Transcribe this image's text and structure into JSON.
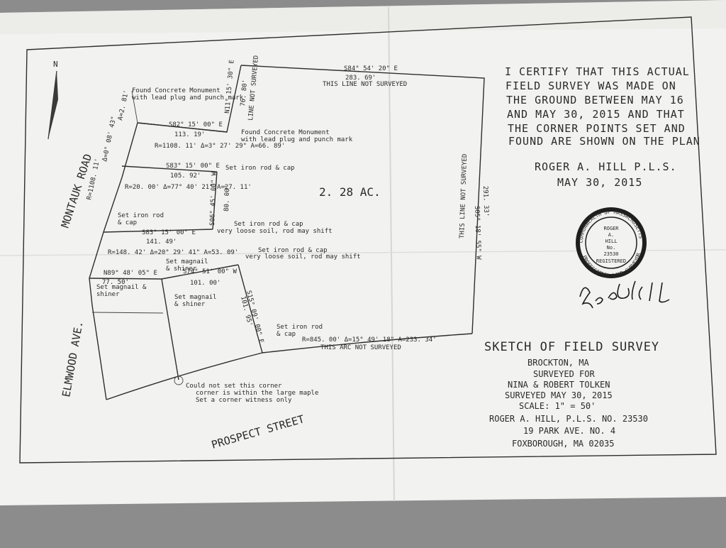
{
  "north_label": "N",
  "streets": {
    "montauk": "MONTAUK ROAD",
    "elmwood": "ELMWOOD AVE.",
    "prospect": "PROSPECT STREET"
  },
  "plan": {
    "area": "2. 28 AC.",
    "top_bearing": "S84° 54' 20\" E",
    "top_distance": "283. 69'",
    "top_note": "THIS LINE NOT SURVEYED",
    "n_bearing": "N11° 15' 30\" E",
    "n_distance": "76. 80'",
    "n_note": "LINE NOT SURVEYED",
    "right_note": "THIS LINE NOT SURVEYED",
    "right_bearing": "S05° 18' 55\" W",
    "right_distance": "291. 33'",
    "mon1_a": "Found Concrete Monument",
    "mon1_b": "with lead plug and punch mark",
    "mon2_a": "Found Concrete Monument",
    "mon2_b": "with lead plug and punch mark",
    "b1_bearing": "S82° 15' 00\" E",
    "b1_distance": "113. 19'",
    "curve1": "R=1108. 11'  Δ=3° 27' 29\"  A=66. 89'",
    "road_curve_r": "R=1108. 11'",
    "road_curve_d": "Δ=0° 08' 43\"",
    "road_curve_a": "A=2. 81'",
    "b2_bearing": "S83° 15' 00\" E",
    "b2_distance": "105. 92'",
    "iron1": "Set iron rod & cap",
    "curve2": "R=20. 00'  Δ=77° 40' 21\"  A=27. 11'",
    "mid_bearing": "S06° 45' 00\" W",
    "mid_distance": "80. 00'",
    "iron2_a": "Set iron rod",
    "iron2_b": "& cap",
    "b3_bearing": "S83° 15' 00\" E",
    "b3_distance": "141. 49'",
    "iron3_a": "Set iron rod & cap",
    "iron3_b": "very loose soil, rod may shift",
    "curve3": "R=148. 42'  Δ=20° 29' 41\"  A=53. 09'",
    "iron4_a": "Set iron rod & cap",
    "iron4_b": "very loose soil, rod may shift",
    "magnail1_a": "Set magnail",
    "magnail1_b": "& shiner",
    "b4_bearing": "N89° 48' 05\" E",
    "b4_distance": "77. 50'",
    "b5_bearing": "S74° 51' 00\" W",
    "b5_distance": "101. 00'",
    "magnail2_a": "Set magnail &",
    "magnail2_b": "shiner",
    "magnail3_a": "Set magnail",
    "magnail3_b": "& shiner",
    "b6_bearing": "S15° 09' 00\" E",
    "b6_distance": "101. 95'",
    "iron5_a": "Set iron rod",
    "iron5_b": "& cap",
    "arc": "R=845. 00'   Δ=15° 49' 18\"   A=233. 34'",
    "arc_note": "THIS ARC NOT SURVEYED",
    "corner_a": "Could not set this corner",
    "corner_b": "corner is within the large maple",
    "corner_c": "Set a corner witness only"
  },
  "certification": {
    "lines": [
      "I CERTIFY THAT THIS ACTUAL",
      "FIELD SURVEY WAS MADE ON",
      "THE GROUND BETWEEN MAY 16",
      "AND MAY 30, 2015 AND THAT",
      "THE CORNER POINTS SET AND",
      "FOUND ARE SHOWN ON THE PLAN"
    ],
    "surveyor": "ROGER A. HILL P.L.S.",
    "date": "MAY 30, 2015"
  },
  "seal": {
    "ring_top": "COMMONWEALTH OF MASSACHUSETTS",
    "ring_bottom": "PROFESSIONAL LAND SURVEYOR",
    "name1": "ROGER",
    "name2": "A.",
    "name3": "HILL",
    "no_label": "No.",
    "number": "23530",
    "registered": "REGISTERED"
  },
  "signature": "Roger A. Hill",
  "title_block": {
    "title": "SKETCH OF FIELD SURVEY",
    "city": "BROCKTON, MA",
    "surveyed_for": "SURVEYED FOR",
    "client": "NINA & ROBERT TOLKEN",
    "surveyed_date": "SURVEYED MAY 30, 2015",
    "scale": "SCALE: 1\" = 50'",
    "firm": "ROGER A. HILL, P.L.S. NO. 23530",
    "address": "19 PARK AVE. NO. 4",
    "town": "FOXBOROUGH, MA 02035"
  }
}
